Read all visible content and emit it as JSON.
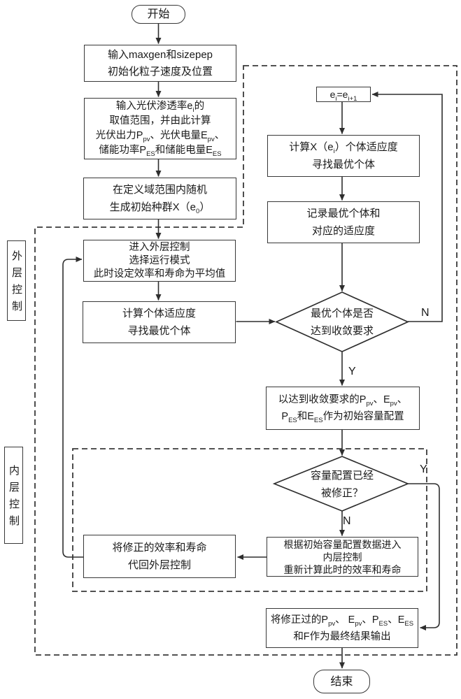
{
  "terminals": {
    "start": "开始",
    "end": "结束"
  },
  "side_labels": {
    "outer": "外层控制",
    "inner": "内层控制"
  },
  "branch_labels": {
    "d1_n": "N",
    "d1_y": "Y",
    "d2_y": "Y",
    "d2_n": "N"
  },
  "colors": {
    "stroke": "#2e2e2e",
    "dashed": "#3a3a3a",
    "box_bg": "#ffffff"
  },
  "nodes": {
    "b1": {
      "lines": [
        "输入maxgen和sizepep",
        "初始化粒子速度及位置"
      ]
    },
    "b2": {
      "lines": [
        [
          "输入光伏渗透率e",
          {
            "sub": "i"
          },
          "的"
        ],
        "取值范围，并由此计算",
        [
          "光伏出力P",
          {
            "sub": "pv"
          },
          "、光伏电量E",
          {
            "sub": "pv"
          },
          "、"
        ],
        [
          "储能功率P",
          {
            "sub": "ES"
          },
          "和储能电量E",
          {
            "sub": "ES"
          }
        ]
      ]
    },
    "b3": {
      "lines": [
        "在定义域范围内随机",
        [
          "生成初始种群X（e",
          {
            "sub": "0"
          },
          "）"
        ]
      ]
    },
    "b4": {
      "lines": [
        "进入外层控制",
        "选择运行模式",
        "此时设定效率和寿命为平均值"
      ]
    },
    "b5": {
      "lines": [
        "计算个体适应度",
        "寻找最优个体"
      ]
    },
    "ebox": {
      "lines": [
        [
          "e",
          {
            "sub": "i"
          },
          "=e",
          {
            "sub": "i+1"
          }
        ]
      ]
    },
    "r1": {
      "lines": [
        [
          "计算X（e",
          {
            "sub": "i"
          },
          "）个体适应度"
        ],
        "寻找最优个体"
      ]
    },
    "r2": {
      "lines": [
        "记录最优个体和",
        "对应的适应度"
      ]
    },
    "d1": {
      "lines": [
        "最优个体是否",
        "达到收敛要求"
      ]
    },
    "b6": {
      "lines": [
        [
          "以达到收敛要求的P",
          {
            "sub": "pv"
          },
          "、E",
          {
            "sub": "pv"
          },
          "、"
        ],
        [
          "P",
          {
            "sub": "ES"
          },
          "和E",
          {
            "sub": "ES"
          },
          "作为初始容量配置"
        ]
      ]
    },
    "d2": {
      "lines": [
        "容量配置已经",
        "被修正？"
      ]
    },
    "b7": {
      "lines": [
        "根据初始容量配置数据进入",
        "内层控制",
        "重新计算此时的效率和寿命"
      ]
    },
    "b8": {
      "lines": [
        "将修正的效率和寿命",
        "代回外层控制"
      ]
    },
    "b9": {
      "lines": [
        [
          "将修正过的P",
          {
            "sub": "pv"
          },
          "、 E",
          {
            "sub": "pv"
          },
          "、P",
          {
            "sub": "ES"
          },
          "、E",
          {
            "sub": "ES"
          }
        ],
        "和F作为最终结果输出"
      ]
    }
  }
}
